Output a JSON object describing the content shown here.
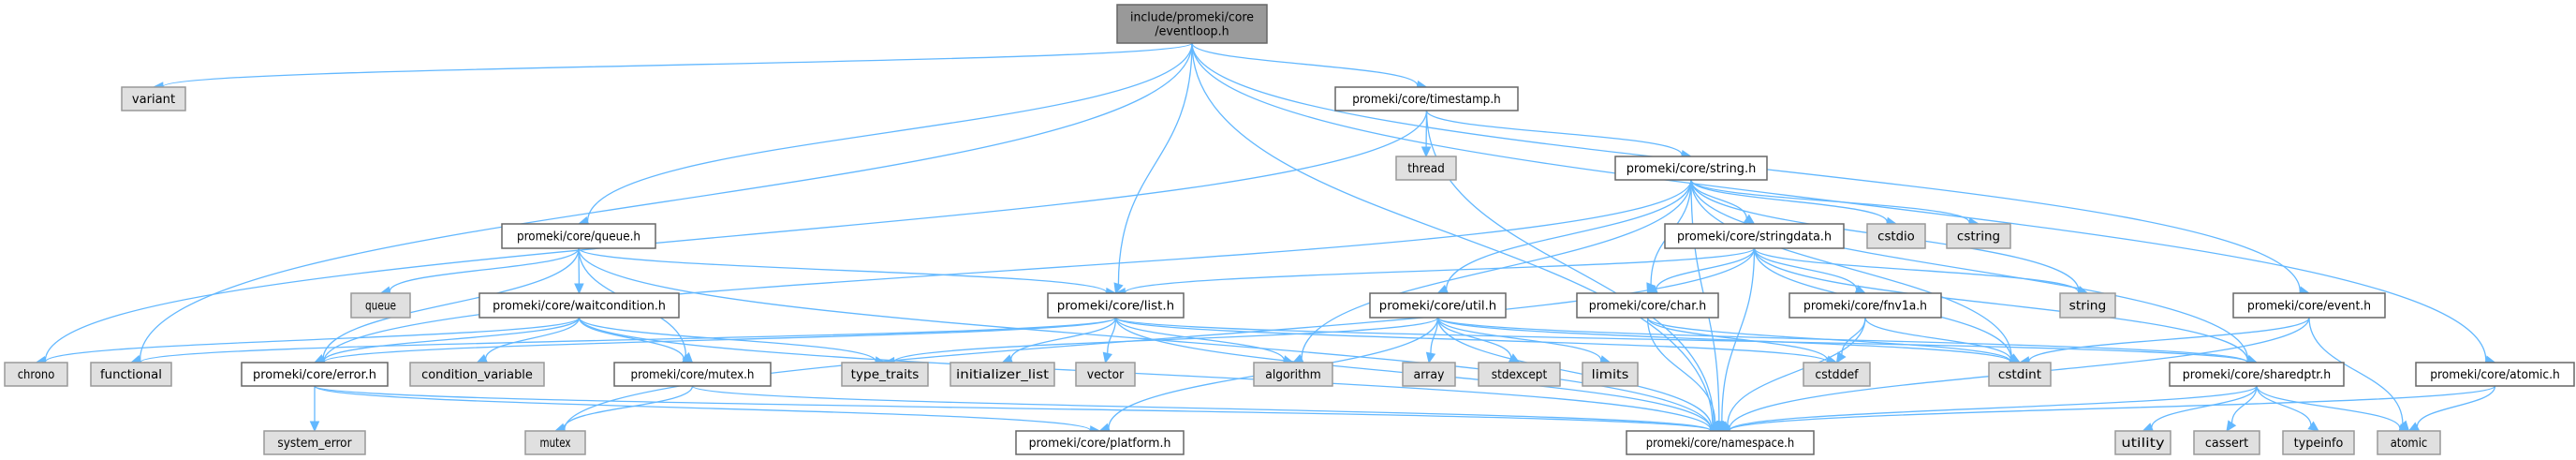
{
  "title": "include/promeki/core/eventloop.h",
  "colors": {
    "edge": "#63b8ff",
    "root_fill": "#999999",
    "external_fill": "#e0e0e0",
    "internal_fill": "#ffffff"
  },
  "nodes": [
    {
      "id": "eventloop",
      "label": "include/promeki/core\n/eventloop.h",
      "kind": "root"
    },
    {
      "id": "variant",
      "label": "variant",
      "kind": "external"
    },
    {
      "id": "timestamp",
      "label": "promeki/core/timestamp.h",
      "kind": "internal"
    },
    {
      "id": "thread",
      "label": "thread",
      "kind": "external"
    },
    {
      "id": "string_h",
      "label": "promeki/core/string.h",
      "kind": "internal"
    },
    {
      "id": "queue_h",
      "label": "promeki/core/queue.h",
      "kind": "internal"
    },
    {
      "id": "stringdata",
      "label": "promeki/core/stringdata.h",
      "kind": "internal"
    },
    {
      "id": "cstdio",
      "label": "cstdio",
      "kind": "external"
    },
    {
      "id": "cstring",
      "label": "cstring",
      "kind": "external"
    },
    {
      "id": "queue",
      "label": "queue",
      "kind": "external"
    },
    {
      "id": "waitcondition",
      "label": "promeki/core/waitcondition.h",
      "kind": "internal"
    },
    {
      "id": "list_h",
      "label": "promeki/core/list.h",
      "kind": "internal"
    },
    {
      "id": "util_h",
      "label": "promeki/core/util.h",
      "kind": "internal"
    },
    {
      "id": "char_h",
      "label": "promeki/core/char.h",
      "kind": "internal"
    },
    {
      "id": "fnv1a",
      "label": "promeki/core/fnv1a.h",
      "kind": "internal"
    },
    {
      "id": "string",
      "label": "string",
      "kind": "external"
    },
    {
      "id": "event_h",
      "label": "promeki/core/event.h",
      "kind": "internal"
    },
    {
      "id": "chrono",
      "label": "chrono",
      "kind": "external"
    },
    {
      "id": "functional",
      "label": "functional",
      "kind": "external"
    },
    {
      "id": "error_h",
      "label": "promeki/core/error.h",
      "kind": "internal"
    },
    {
      "id": "condition_variable",
      "label": "condition_variable",
      "kind": "external"
    },
    {
      "id": "mutex_h",
      "label": "promeki/core/mutex.h",
      "kind": "internal"
    },
    {
      "id": "type_traits",
      "label": "type_traits",
      "kind": "external"
    },
    {
      "id": "initializer_list",
      "label": "initializer_list",
      "kind": "external"
    },
    {
      "id": "vector",
      "label": "vector",
      "kind": "external"
    },
    {
      "id": "algorithm",
      "label": "algorithm",
      "kind": "external"
    },
    {
      "id": "array",
      "label": "array",
      "kind": "external"
    },
    {
      "id": "stdexcept",
      "label": "stdexcept",
      "kind": "external"
    },
    {
      "id": "limits",
      "label": "limits",
      "kind": "external"
    },
    {
      "id": "cstddef",
      "label": "cstddef",
      "kind": "external"
    },
    {
      "id": "cstdint",
      "label": "cstdint",
      "kind": "external"
    },
    {
      "id": "sharedptr",
      "label": "promeki/core/sharedptr.h",
      "kind": "internal"
    },
    {
      "id": "atomic_h",
      "label": "promeki/core/atomic.h",
      "kind": "internal"
    },
    {
      "id": "system_error",
      "label": "system_error",
      "kind": "external"
    },
    {
      "id": "mutex",
      "label": "mutex",
      "kind": "external"
    },
    {
      "id": "platform",
      "label": "promeki/core/platform.h",
      "kind": "internal"
    },
    {
      "id": "namespace",
      "label": "promeki/core/namespace.h",
      "kind": "internal"
    },
    {
      "id": "utility",
      "label": "utility",
      "kind": "external"
    },
    {
      "id": "cassert",
      "label": "cassert",
      "kind": "external"
    },
    {
      "id": "typeinfo",
      "label": "typeinfo",
      "kind": "external"
    },
    {
      "id": "atomic",
      "label": "atomic",
      "kind": "external"
    }
  ],
  "edges": [
    [
      "eventloop",
      "variant"
    ],
    [
      "eventloop",
      "functional"
    ],
    [
      "eventloop",
      "queue_h"
    ],
    [
      "eventloop",
      "list_h"
    ],
    [
      "eventloop",
      "namespace"
    ],
    [
      "eventloop",
      "timestamp"
    ],
    [
      "eventloop",
      "event_h"
    ],
    [
      "eventloop",
      "atomic_h"
    ],
    [
      "timestamp",
      "chrono"
    ],
    [
      "timestamp",
      "thread"
    ],
    [
      "timestamp",
      "string_h"
    ],
    [
      "timestamp",
      "namespace"
    ],
    [
      "string_h",
      "error_h"
    ],
    [
      "string_h",
      "algorithm"
    ],
    [
      "string_h",
      "util_h"
    ],
    [
      "string_h",
      "char_h"
    ],
    [
      "string_h",
      "stringdata"
    ],
    [
      "string_h",
      "cstdio"
    ],
    [
      "string_h",
      "cstring"
    ],
    [
      "string_h",
      "string"
    ],
    [
      "string_h",
      "cstdint"
    ],
    [
      "string_h",
      "namespace"
    ],
    [
      "string_h",
      "sharedptr"
    ],
    [
      "stringdata",
      "list_h"
    ],
    [
      "stringdata",
      "mutex"
    ],
    [
      "stringdata",
      "char_h"
    ],
    [
      "stringdata",
      "fnv1a"
    ],
    [
      "stringdata",
      "string"
    ],
    [
      "stringdata",
      "cstdint"
    ],
    [
      "stringdata",
      "sharedptr"
    ],
    [
      "stringdata",
      "namespace"
    ],
    [
      "queue_h",
      "queue"
    ],
    [
      "queue_h",
      "waitcondition"
    ],
    [
      "queue_h",
      "error_h"
    ],
    [
      "queue_h",
      "mutex_h"
    ],
    [
      "queue_h",
      "list_h"
    ],
    [
      "queue_h",
      "namespace"
    ],
    [
      "waitcondition",
      "chrono"
    ],
    [
      "waitcondition",
      "error_h"
    ],
    [
      "waitcondition",
      "condition_variable"
    ],
    [
      "waitcondition",
      "mutex_h"
    ],
    [
      "waitcondition",
      "type_traits"
    ],
    [
      "waitcondition",
      "namespace"
    ],
    [
      "list_h",
      "functional"
    ],
    [
      "list_h",
      "initializer_list"
    ],
    [
      "list_h",
      "vector"
    ],
    [
      "list_h",
      "algorithm"
    ],
    [
      "list_h",
      "namespace"
    ],
    [
      "list_h",
      "cstddef"
    ],
    [
      "list_h",
      "sharedptr"
    ],
    [
      "list_h",
      "error_h"
    ],
    [
      "util_h",
      "type_traits"
    ],
    [
      "util_h",
      "array"
    ],
    [
      "util_h",
      "stdexcept"
    ],
    [
      "util_h",
      "limits"
    ],
    [
      "util_h",
      "platform"
    ],
    [
      "util_h",
      "namespace"
    ],
    [
      "util_h",
      "cstdint"
    ],
    [
      "util_h",
      "sharedptr"
    ],
    [
      "char_h",
      "cstddef"
    ],
    [
      "char_h",
      "cstdint"
    ],
    [
      "char_h",
      "namespace"
    ],
    [
      "fnv1a",
      "cstddef"
    ],
    [
      "fnv1a",
      "cstdint"
    ],
    [
      "fnv1a",
      "namespace"
    ],
    [
      "event_h",
      "cstdint"
    ],
    [
      "event_h",
      "namespace"
    ],
    [
      "event_h",
      "atomic"
    ],
    [
      "sharedptr",
      "namespace"
    ],
    [
      "sharedptr",
      "utility"
    ],
    [
      "sharedptr",
      "cassert"
    ],
    [
      "sharedptr",
      "typeinfo"
    ],
    [
      "sharedptr",
      "atomic"
    ],
    [
      "atomic_h",
      "atomic"
    ],
    [
      "atomic_h",
      "namespace"
    ],
    [
      "error_h",
      "system_error"
    ],
    [
      "error_h",
      "platform"
    ],
    [
      "error_h",
      "namespace"
    ],
    [
      "mutex_h",
      "mutex"
    ],
    [
      "mutex_h",
      "namespace"
    ]
  ]
}
